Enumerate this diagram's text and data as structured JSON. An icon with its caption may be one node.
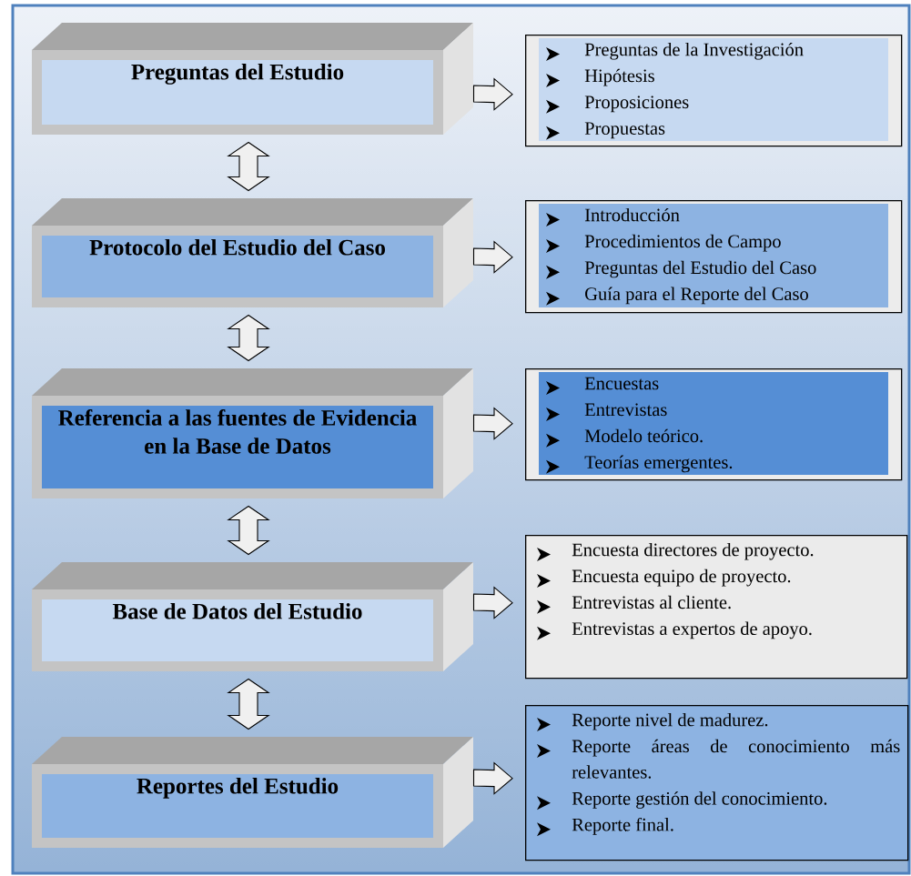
{
  "diagram": {
    "nodes": [
      {
        "text": [
          "Preguntas del Estudio"
        ]
      },
      {
        "text": [
          "Preguntas de la Investigación",
          "Hipótesis",
          "Proposiciones",
          "Propuestas"
        ]
      },
      {
        "text": [
          "Protocolo del Estudio del Caso"
        ]
      },
      {
        "text": [
          "Introducción",
          "Procedimientos de Campo",
          "Preguntas del Estudio del Caso",
          "Guía para el Reporte del Caso"
        ]
      },
      {
        "text": [
          "Referencia a las fuentes de Evidencia en la Base de Datos"
        ]
      },
      {
        "text": [
          "Encuestas",
          "Entrevistas",
          "Modelo teórico.",
          "Teorías emergentes."
        ]
      },
      {
        "text": [
          "Base de Datos del Estudio"
        ]
      },
      {
        "text": [
          "Encuesta directores de proyecto.",
          "Encuesta equipo de proyecto.",
          "Entrevistas al cliente.",
          "Entrevistas a expertos de apoyo."
        ]
      },
      {
        "text": [
          "Reportes del Estudio"
        ]
      },
      {
        "text": [
          "Reporte nivel de madurez.",
          "Reporte áreas de conocimiento más relevantes.",
          "Reporte gestión del conocimiento.",
          "Reporte final."
        ]
      }
    ],
    "edges": [
      {
        "from": 0,
        "to": 1,
        "arrow": "to"
      },
      {
        "from": 0,
        "to": 2,
        "arrow": "both"
      },
      {
        "from": 2,
        "to": 3,
        "arrow": "to"
      },
      {
        "from": 2,
        "to": 4,
        "arrow": "both"
      },
      {
        "from": 4,
        "to": 5,
        "arrow": "to"
      },
      {
        "from": 4,
        "to": 6,
        "arrow": "both"
      },
      {
        "from": 6,
        "to": 7,
        "arrow": "to"
      },
      {
        "from": 6,
        "to": 8,
        "arrow": "both"
      },
      {
        "from": 8,
        "to": 9,
        "arrow": "to"
      }
    ]
  }
}
